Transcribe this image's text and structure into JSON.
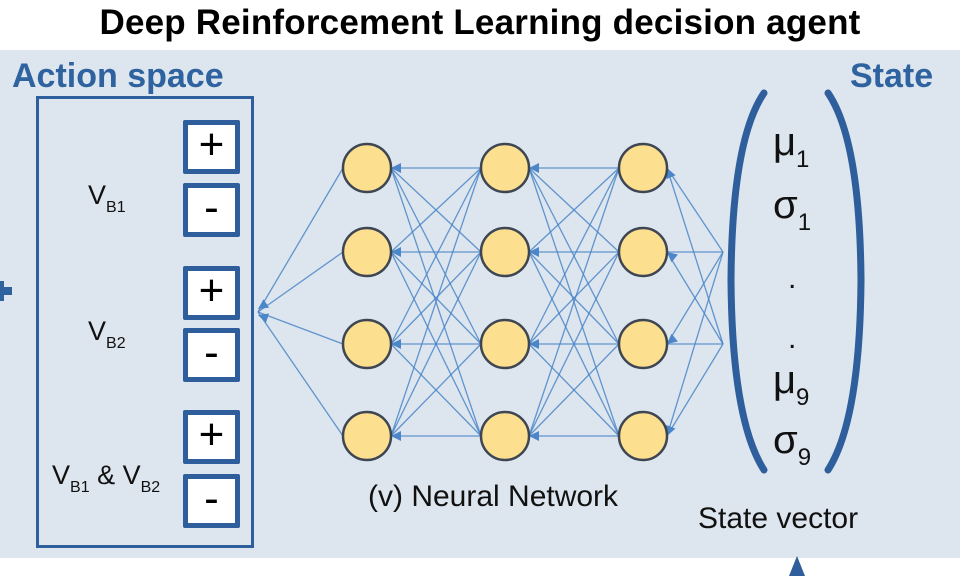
{
  "title": "Deep Reinforcement Learning decision agent",
  "colors": {
    "panel_bg": "#dde5ee",
    "accent_blue": "#2e5e9b",
    "edge_blue": "#4a86c8",
    "node_fill": "#fde08f",
    "node_stroke": "#3d4652"
  },
  "action_space": {
    "label": "Action space",
    "groups": [
      {
        "variable": "V",
        "subscript": "B1",
        "plus_label": "+",
        "minus_label": "-"
      },
      {
        "variable": "V",
        "subscript": "B2",
        "plus_label": "+",
        "minus_label": "-"
      },
      {
        "variable": "V",
        "subscript": "B1",
        "joiner": " & ",
        "variable2": "V",
        "subscript2": "B2",
        "plus_label": "+",
        "minus_label": "-"
      }
    ]
  },
  "neural_network": {
    "label": "(v) Neural Network",
    "layers": 3,
    "nodes_per_layer": 4
  },
  "state": {
    "label": "State",
    "vector_label": "State vector",
    "entries": [
      {
        "symbol": "μ",
        "subscript": "1"
      },
      {
        "symbol": "σ",
        "subscript": "1"
      },
      {
        "symbol": ".",
        "subscript": ""
      },
      {
        "symbol": ".",
        "subscript": ""
      },
      {
        "symbol": "μ",
        "subscript": "9"
      },
      {
        "symbol": "σ",
        "subscript": "9"
      }
    ]
  }
}
